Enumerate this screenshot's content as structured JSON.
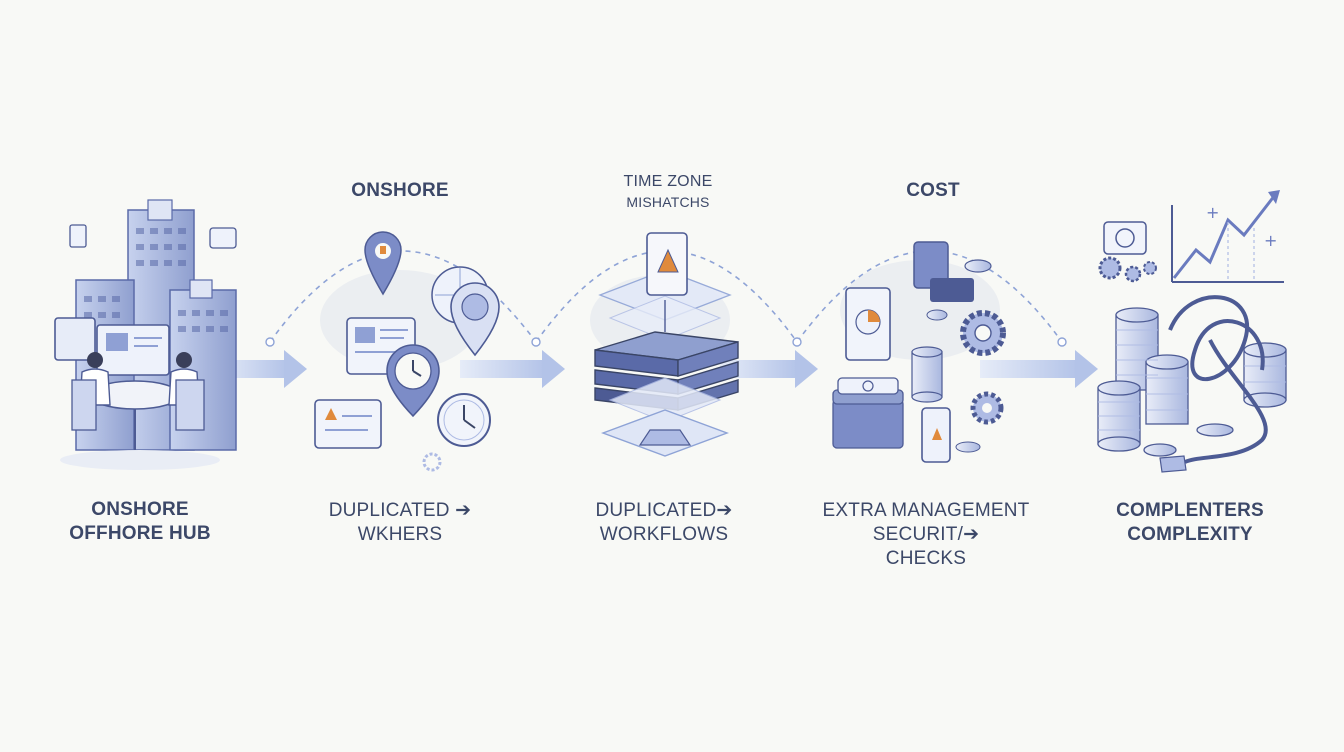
{
  "stages": [
    {
      "bottom": [
        "ONSHORE",
        "OFFHORE HUB"
      ]
    },
    {
      "top": "ONSHORE",
      "bottom": [
        "DUPLICATED ➔",
        "WKHERS"
      ]
    },
    {
      "top_lines": [
        "TIME ZONE",
        "MISHATCHS"
      ],
      "bottom": [
        "DUPLICATED➔",
        "WORKFLOWS"
      ]
    },
    {
      "top": "COST",
      "bottom": [
        "EXTRA MANAGEMENT",
        "SECURIT/➔",
        "CHECKS"
      ]
    },
    {
      "bottom": [
        "COMPLENTERS",
        "COMPLEXITY"
      ]
    }
  ],
  "icons": {
    "stage1": "office-team-icon",
    "stage2": "location-clock-icon",
    "stage3": "layered-stack-icon",
    "stage4": "cost-coins-gear-icon",
    "stage5": "coins-cable-chart-icon"
  },
  "colors": {
    "background": "#f8f9f6",
    "accent": "#5a6aa8",
    "light_accent": "#c9d3ee",
    "arrow": "#b9c8ea",
    "orange": "#e08a3c",
    "text": "#3c4868"
  }
}
